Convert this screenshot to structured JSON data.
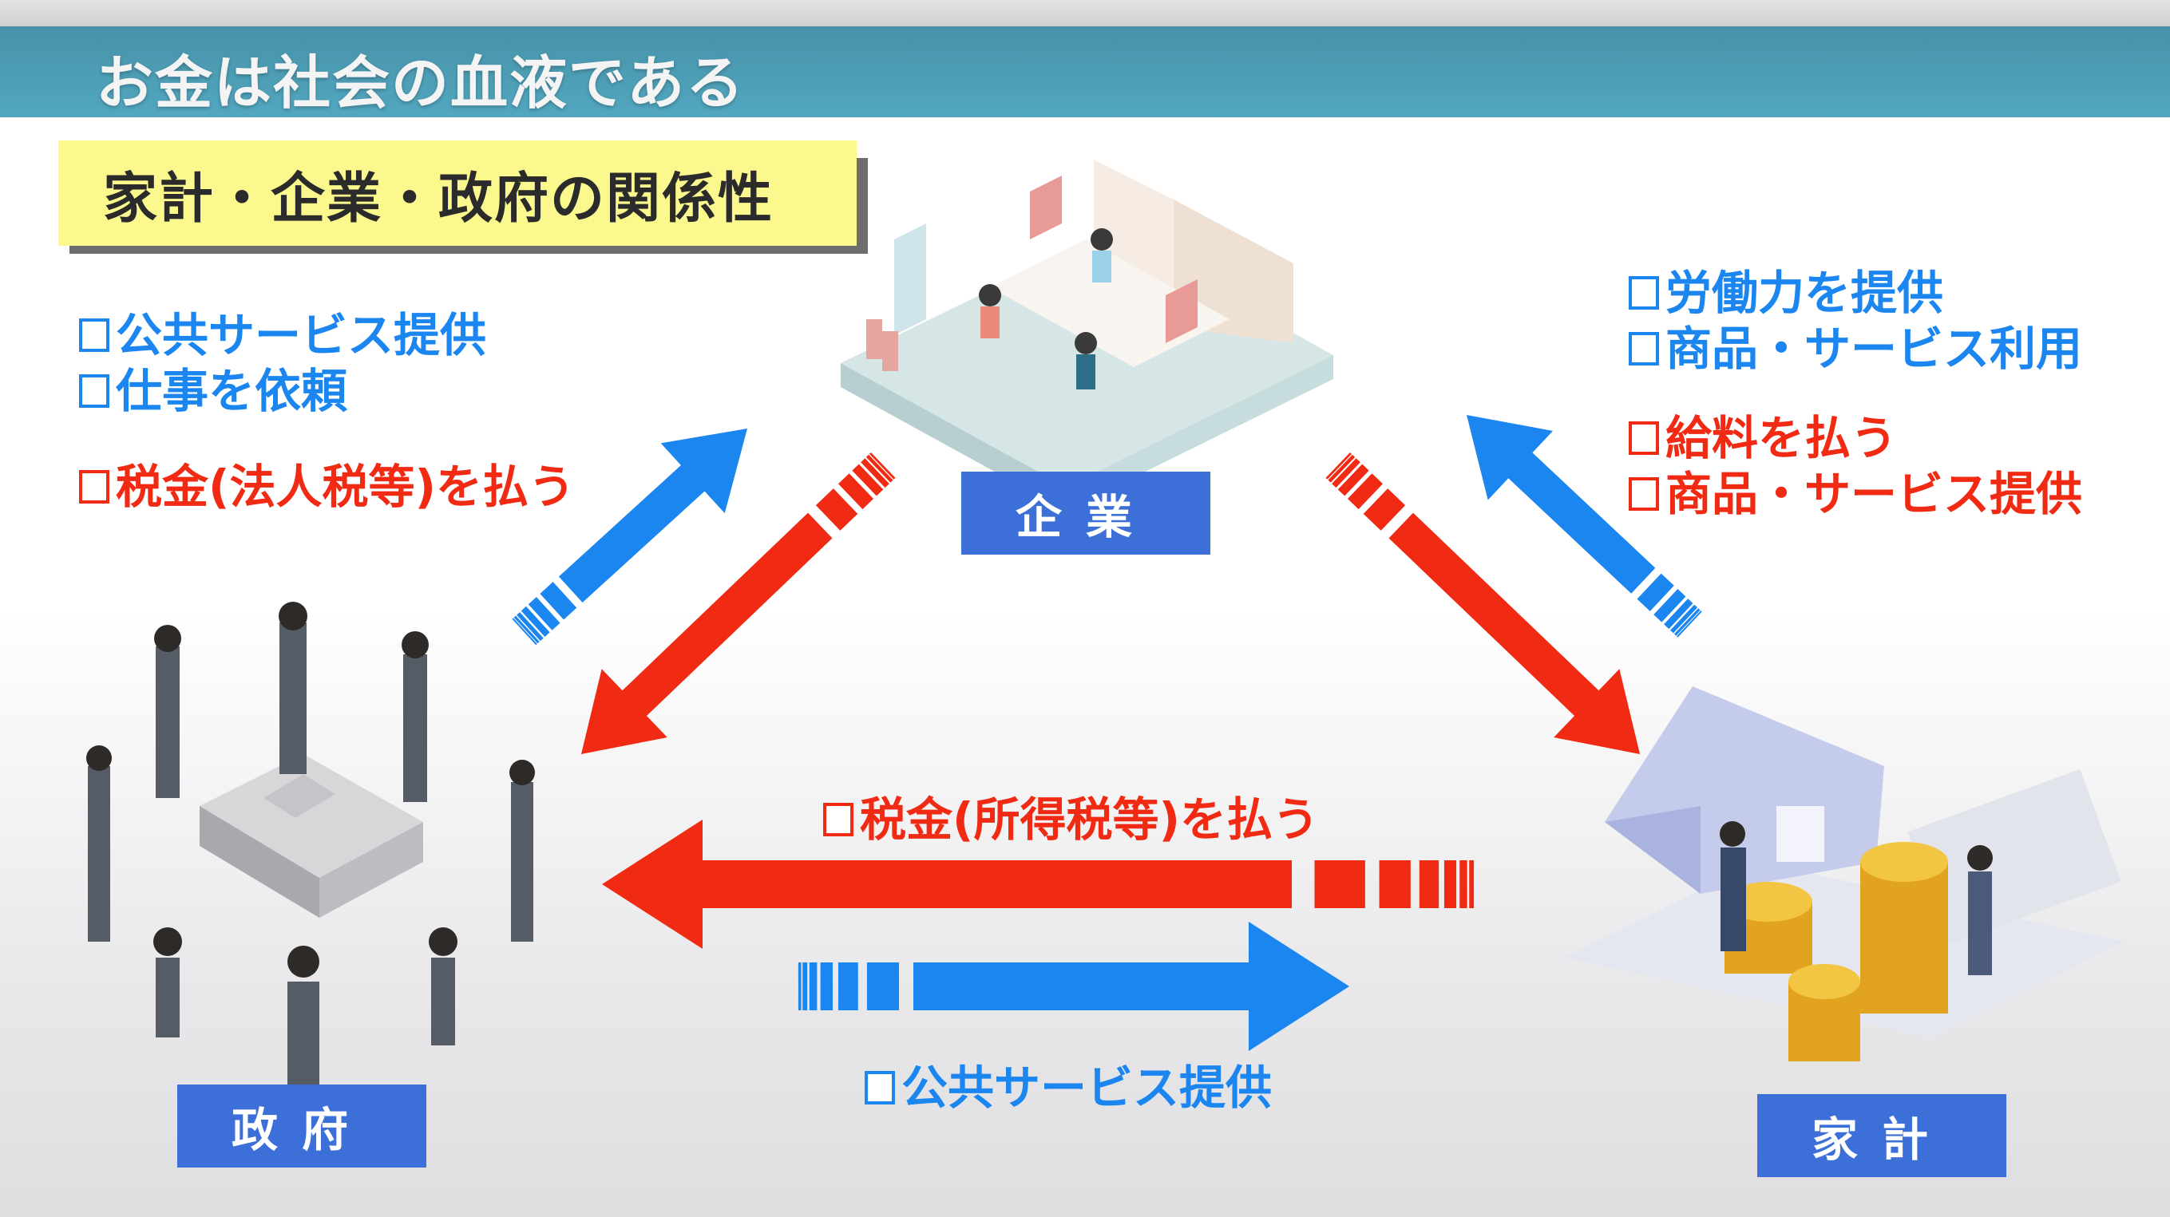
{
  "header": {
    "title": "お金は社会の血液である"
  },
  "subtitle": "家計・企業・政府の関係性",
  "left_list": {
    "blue": [
      "公共サービス提供",
      "仕事を依頼"
    ],
    "red": [
      "税金(法人税等)を払う"
    ]
  },
  "right_list": {
    "blue": [
      "労働力を提供",
      "商品・サービス利用"
    ],
    "red": [
      "給料を払う",
      "商品・サービス提供"
    ]
  },
  "bottom": {
    "red": "税金(所得税等)を払う",
    "blue": "公共サービス提供"
  },
  "entities": {
    "company": "企業",
    "government": "政府",
    "household": "家計"
  },
  "colors": {
    "blue": "#1b86f0",
    "red": "#f02a13",
    "label": "#3c6fd8",
    "header": "#4b9bb3",
    "subtitle": "#fbf98d"
  }
}
